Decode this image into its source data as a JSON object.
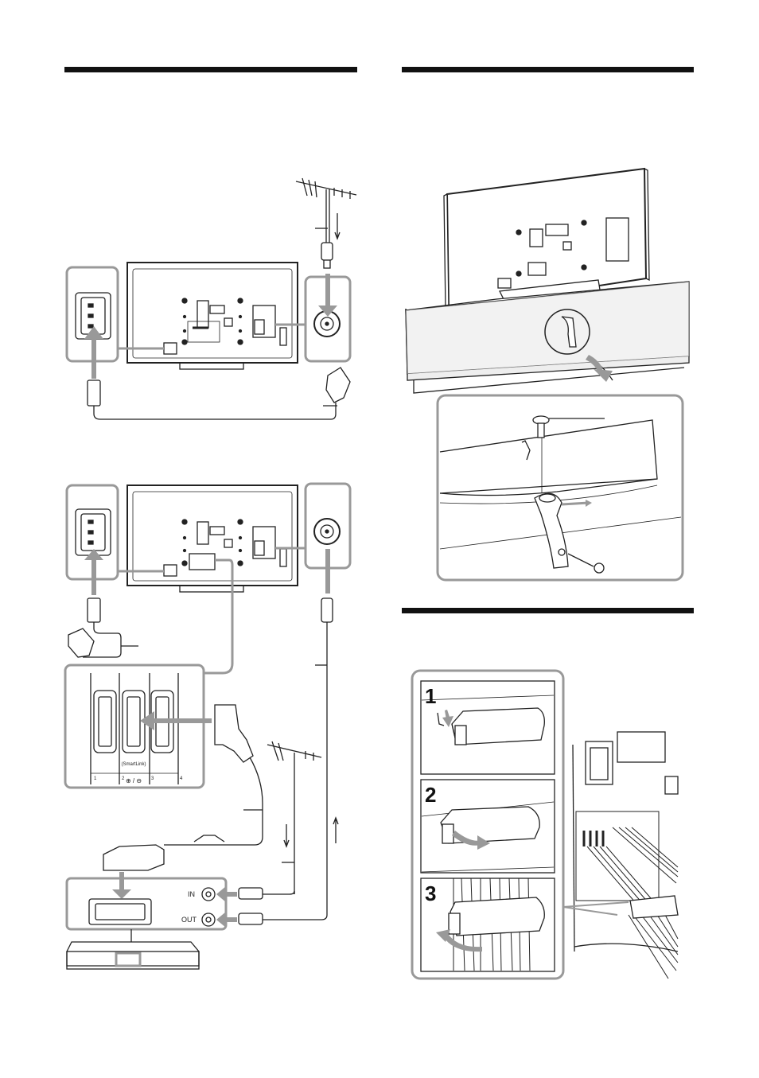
{
  "labels": {
    "scart_caption": "(SmartLink)",
    "scart_numbers": [
      "1",
      "2",
      "3",
      "4"
    ],
    "input_symbols": "⊕ / ⊖",
    "vcr_in": "IN",
    "vcr_out": "OUT"
  },
  "cable_clip_steps": [
    "1",
    "2",
    "3"
  ]
}
